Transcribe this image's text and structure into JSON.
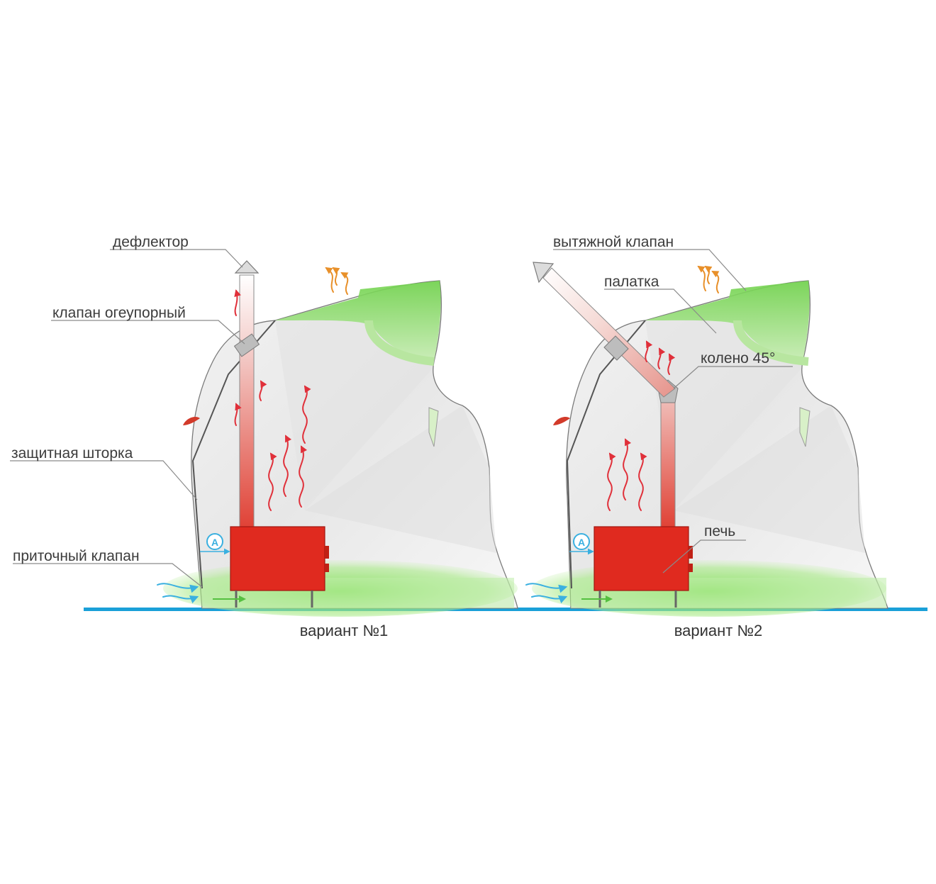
{
  "colors": {
    "tent_fill": "#ececec",
    "tent_outline": "#7a7a7a",
    "accent_green": "#6fd24a",
    "stove_red": "#e02a1f",
    "chimney_red": "#e45a50",
    "pipe_gray": "#c8c8c8",
    "ground_blue": "#1aa0d8",
    "flame_red": "#e0303a",
    "smoke_orange": "#e8902a",
    "airflow_blue": "#3ab0e0"
  },
  "variant1": {
    "caption": "вариант №1",
    "labels": {
      "deflector": "дефлектор",
      "fire_valve": "клапан огеупорный",
      "protective_curtain": "защитная шторка",
      "supply_valve": "приточный клапан"
    },
    "distance_marker": "A"
  },
  "variant2": {
    "caption": "вариант №2",
    "labels": {
      "exhaust_valve": "вытяжной клапан",
      "tent": "палатка",
      "elbow": "колено 45°",
      "stove": "печь"
    },
    "distance_marker": "A"
  }
}
